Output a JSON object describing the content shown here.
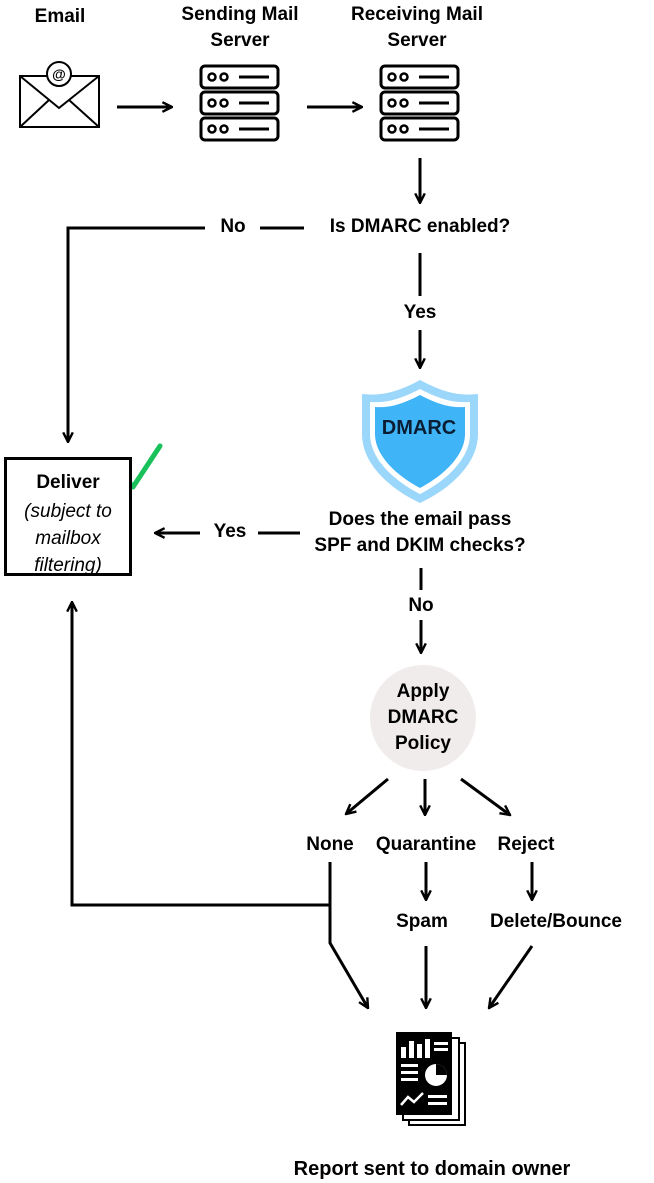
{
  "nodes": {
    "email": "Email",
    "sending_server": [
      "Sending Mail",
      "Server"
    ],
    "receiving_server": [
      "Receiving Mail",
      "Server"
    ],
    "dmarc_question": "Is DMARC enabled?",
    "dmarc_badge": "DMARC",
    "auth_question": [
      "Does the email pass",
      "SPF and DKIM checks?"
    ],
    "deliver": {
      "title": "Deliver",
      "subtitle": [
        "(subject to",
        "mailbox",
        "filtering)"
      ]
    },
    "apply_policy": [
      "Apply",
      "DMARC",
      "Policy"
    ],
    "policy_options": {
      "none": "None",
      "quarantine": "Quarantine",
      "reject": "Reject"
    },
    "spam": "Spam",
    "delete_bounce": "Delete/Bounce",
    "report": "Report sent to domain owner"
  },
  "edges": {
    "dmarc_no": "No",
    "dmarc_yes": "Yes",
    "auth_yes": "Yes",
    "auth_no": "No"
  },
  "colors": {
    "shield_fill": "#3fb4f7",
    "shield_outline": "#9bd6fb",
    "check": "#19c15a",
    "policy_circle": "#f1ecec",
    "ink": "#000000"
  },
  "icons": {
    "email": "envelope-icon",
    "server": "server-rack-icon",
    "badge": "shield-icon",
    "deliver": "checkmark-icon",
    "report": "report-document-icon"
  }
}
